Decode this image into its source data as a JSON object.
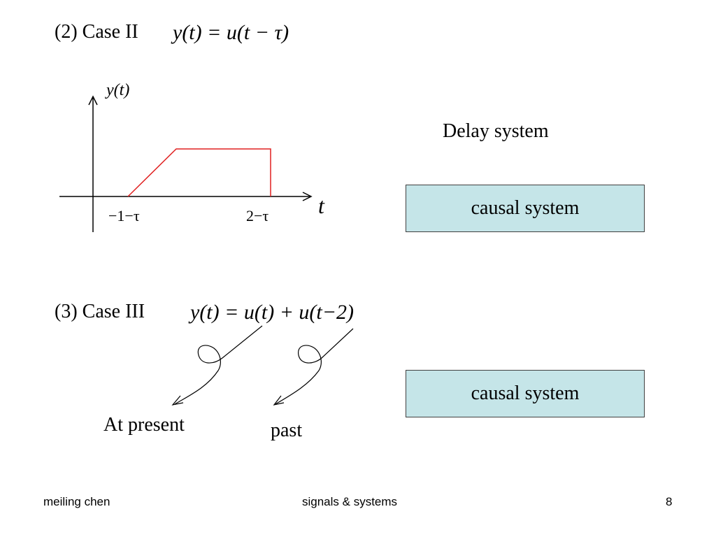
{
  "case2": {
    "label": "(2) Case II",
    "equation": "y(t) = u(t − τ)"
  },
  "graph": {
    "y_label": "y(t)",
    "x_label": "t",
    "tick_left": "−1−τ",
    "tick_right": "2−τ",
    "signal_color": "#e02020"
  },
  "delay_text": "Delay system",
  "box1_text": "causal system",
  "case3": {
    "label": "(3) Case III",
    "equation": "y(t) = u(t) + u(t−2)"
  },
  "annotations": {
    "present": "At present",
    "past": "past"
  },
  "box2_text": "causal system",
  "footer": {
    "author": "meiling chen",
    "course": "signals & systems",
    "page": "8"
  },
  "colors": {
    "box_fill": "#c5e5e8"
  }
}
